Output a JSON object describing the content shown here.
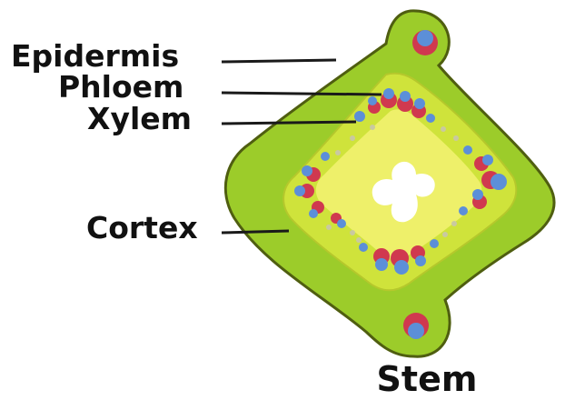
{
  "labels": {
    "epidermis": "Epidermis",
    "phloem": "Phloem",
    "xylem": "Xylem",
    "cortex": "Cortex"
  },
  "caption": "Stem",
  "colors": {
    "epidermis_outline": "#4f5e10",
    "cortex_fill": "#9ccc2a",
    "vascular_ring": "#cfe33b",
    "pith_fill": "#eef06a",
    "phloem": "#d0394f",
    "xylem": "#5c8fd8",
    "hollow_center": "#ffffff"
  }
}
